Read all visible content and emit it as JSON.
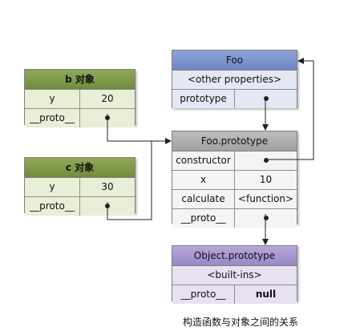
{
  "foo": {
    "title": "Foo",
    "other": "<other properties>",
    "prototype_key": "prototype"
  },
  "b": {
    "title": "b 对象",
    "y_key": "y",
    "y_value": "20",
    "proto_key": "__proto__"
  },
  "c": {
    "title": "c 对象",
    "y_key": "y",
    "y_value": "30",
    "proto_key": "__proto__"
  },
  "foo_prototype": {
    "title": "Foo.prototype",
    "constructor_key": "constructor",
    "x_key": "x",
    "x_value": "10",
    "calculate_key": "calculate",
    "calculate_value": "<function>",
    "proto_key": "__proto__"
  },
  "object_prototype": {
    "title": "Object.prototype",
    "builtins": "<built-ins>",
    "proto_key": "__proto__",
    "proto_value": "null"
  },
  "caption": "构造函数与对象之间的关系",
  "colors": {
    "green_header": "#6f8c3c",
    "blue_header": "#6f86c6",
    "gray_header": "#a2a2a2",
    "purple_header": "#9a88c8",
    "line": "#222222"
  }
}
